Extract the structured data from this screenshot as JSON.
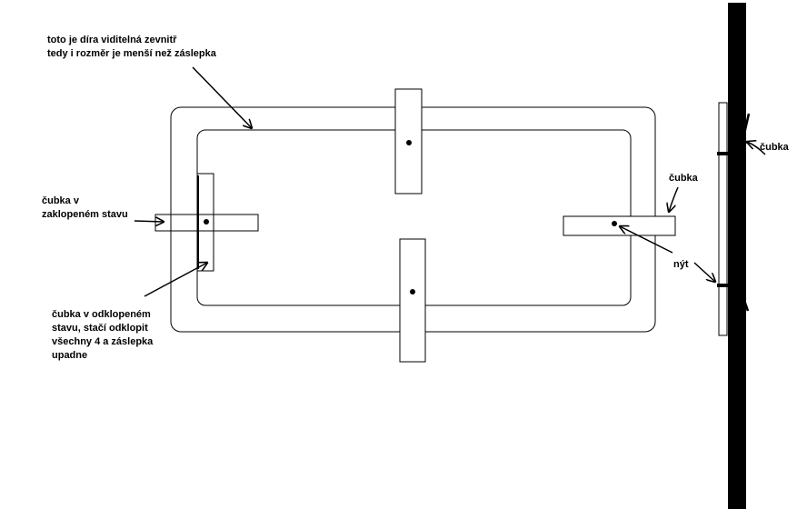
{
  "labels": {
    "hole": [
      "toto je díra viditelná zevnitř",
      "tedy i rozměr je menší než záslepka"
    ],
    "latch_closed": [
      "čubka v",
      "zaklopeném stavu"
    ],
    "latch_open": [
      "čubka v odklopeném",
      "stavu, stačí odklopit",
      "všechny 4 a záslepka",
      "upadne"
    ],
    "latch_right": "čubka",
    "rivet": "nýt",
    "side_latch": "čubka"
  },
  "colors": {
    "ink": "#000000",
    "paper": "#ffffff"
  }
}
